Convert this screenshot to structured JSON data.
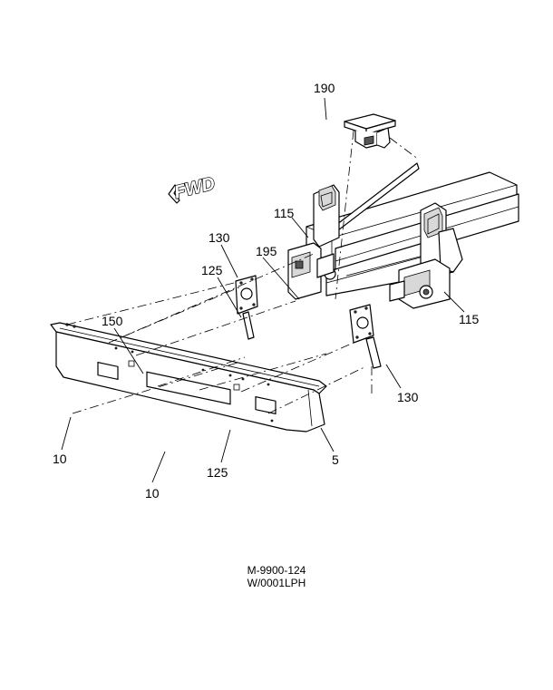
{
  "callouts": {
    "c190": "190",
    "c115a": "115",
    "c115b": "115",
    "c195": "195",
    "c130a": "130",
    "c130b": "130",
    "c125a": "125",
    "c125b": "125",
    "c150": "150",
    "c10a": "10",
    "c10b": "10",
    "c5": "5"
  },
  "fwd_label": "FWD",
  "caption": {
    "line1": "M-9900-124",
    "line2": "W/0001LPH"
  }
}
